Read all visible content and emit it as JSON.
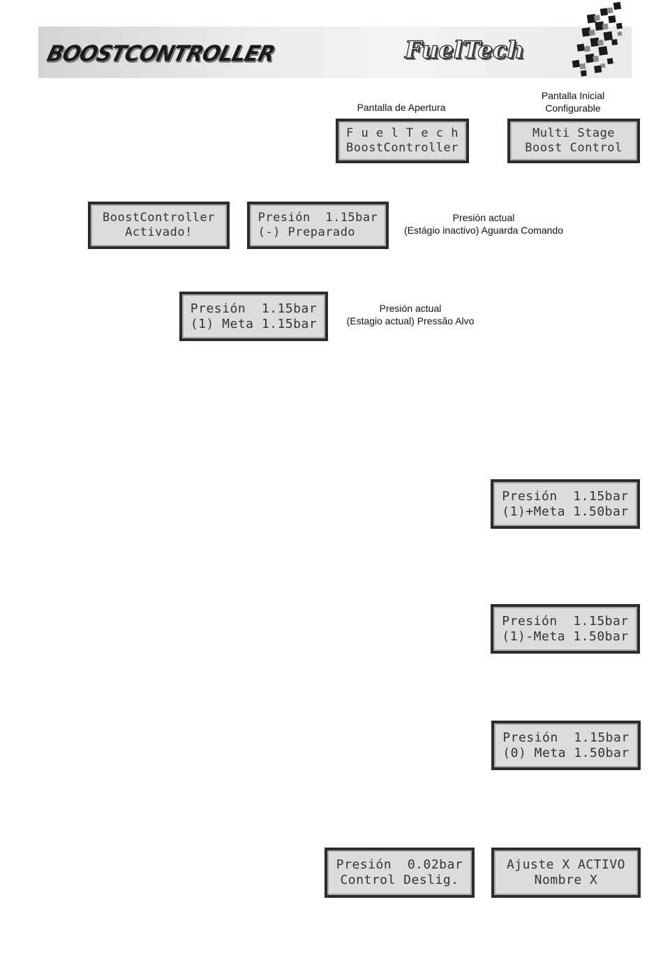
{
  "header": {
    "logo_left": "BOOSTCONTROLLER",
    "logo_right": "FuelTech",
    "checker_icon": "checkered-flag-icon"
  },
  "captions": {
    "opening_screen": "Pantalla de Apertura",
    "initial_screen_line1": "Pantalla Inicial",
    "initial_screen_line2": "Configurable",
    "current_pressure_1_line1": "Presión actual",
    "current_pressure_1_line2": "(Estágio inactivo) Aguarda Comando",
    "current_pressure_2_line1": "Presión actual",
    "current_pressure_2_line2": "(Estagio actual) Pressão Alvo"
  },
  "displays": {
    "opening": {
      "line1": "F u e l T e c h",
      "line2": "BoostController"
    },
    "initial": {
      "line1": "Multi Stage",
      "line2": "Boost Control"
    },
    "activated": {
      "line1": "BoostController",
      "line2": "Activado!"
    },
    "ready": {
      "line1": "Presión  1.15bar",
      "line2": "(-) Preparado   "
    },
    "stage1": {
      "line1": "Presión  1.15bar",
      "line2": "(1) Meta 1.15bar"
    },
    "stage1_plus": {
      "line1": "Presión  1.15bar",
      "line2": "(1)+Meta 1.50bar"
    },
    "stage1_minus": {
      "line1": "Presión  1.15bar",
      "line2": "(1)-Meta 1.50bar"
    },
    "stage0": {
      "line1": "Presión  1.15bar",
      "line2": "(0) Meta 1.50bar"
    },
    "control_off": {
      "line1": "Presión  0.02bar",
      "line2": "Control Deslig."
    },
    "adjust_active": {
      "line1": "Ajuste X ACTIVO",
      "line2": "Nombre X"
    }
  }
}
